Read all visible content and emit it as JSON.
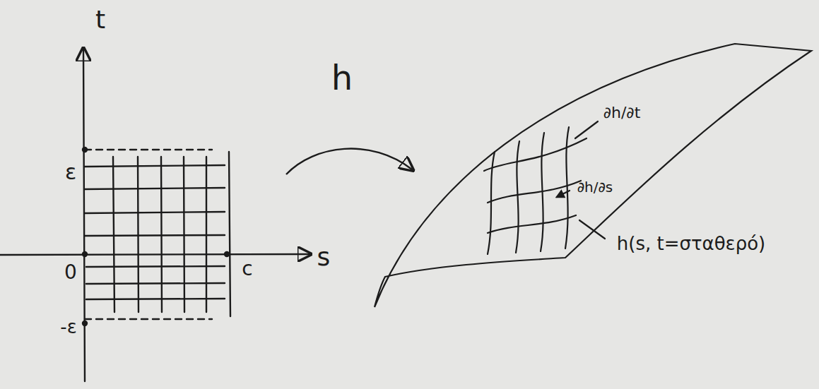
{
  "diagram": {
    "labels": [
      "t",
      "ε",
      "0",
      "c",
      "-ε",
      "s",
      "h",
      "∂h/∂t",
      "∂h/∂s",
      "h(s, t=σταθερό)"
    ]
  }
}
